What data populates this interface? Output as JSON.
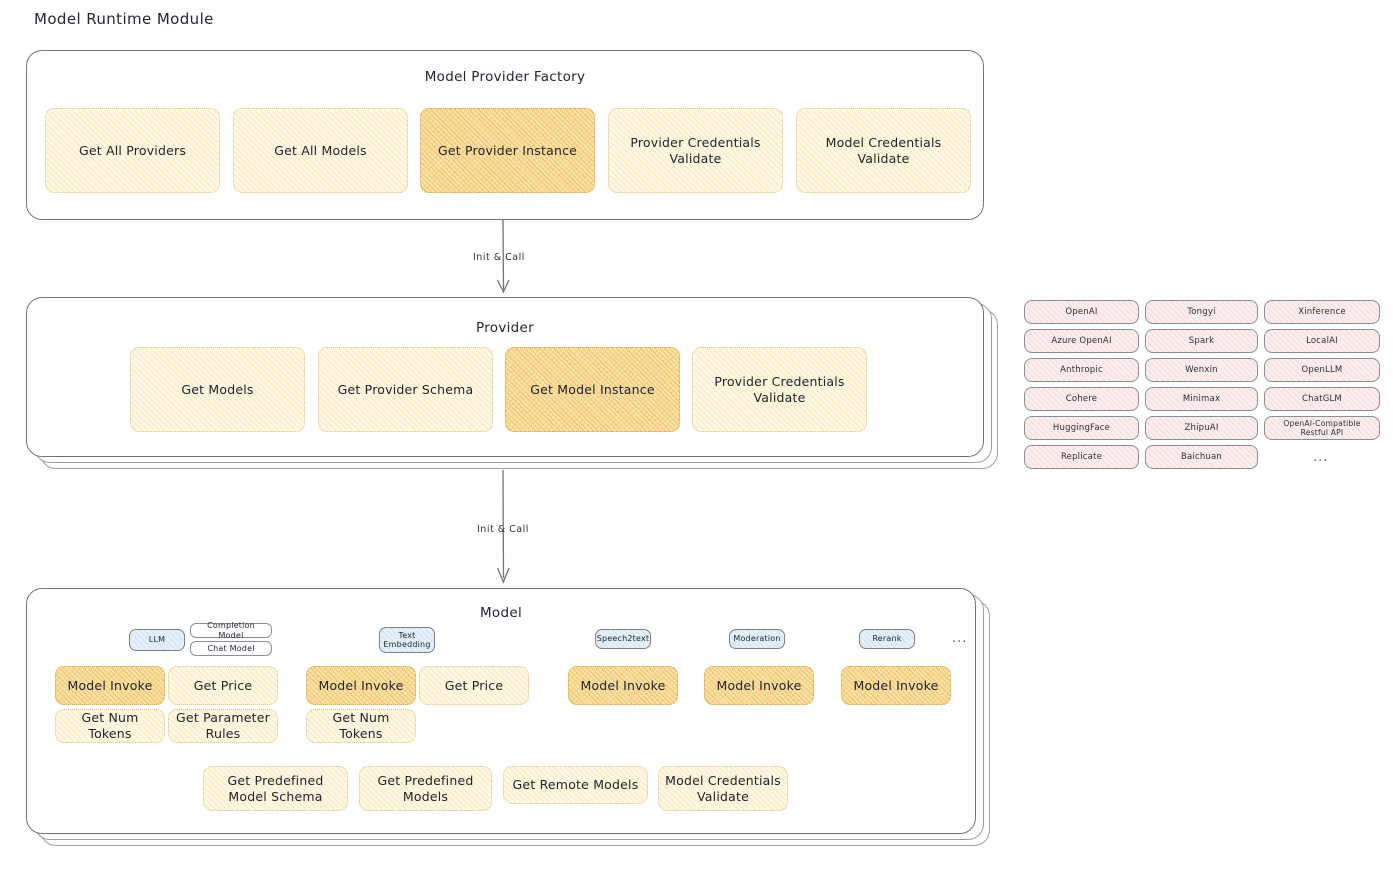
{
  "page": {
    "title": "Model Runtime Module"
  },
  "factory": {
    "title": "Model Provider Factory",
    "nodes": [
      {
        "label": "Get All Providers",
        "highlight": false
      },
      {
        "label": "Get All Models",
        "highlight": false
      },
      {
        "label": "Get Provider Instance",
        "highlight": true
      },
      {
        "label": "Provider Credentials Validate",
        "highlight": false
      },
      {
        "label": "Model Credentials Validate",
        "highlight": false
      }
    ]
  },
  "arrows": [
    {
      "label": "Init & Call"
    },
    {
      "label": "Init & Call"
    }
  ],
  "provider": {
    "title": "Provider",
    "nodes": [
      {
        "label": "Get Models",
        "highlight": false
      },
      {
        "label": "Get Provider Schema",
        "highlight": false
      },
      {
        "label": "Get Model Instance",
        "highlight": true
      },
      {
        "label": "Provider Credentials Validate",
        "highlight": false
      }
    ]
  },
  "provider_list": {
    "columns": [
      [
        "OpenAI",
        "Azure OpenAI",
        "Anthropic",
        "Cohere",
        "HuggingFace",
        "Replicate"
      ],
      [
        "Tongyi",
        "Spark",
        "Wenxin",
        "Minimax",
        "ZhipuAI",
        "Baichuan"
      ],
      [
        "Xinference",
        "LocalAI",
        "OpenLLM",
        "ChatGLM",
        "OpenAI-Compatible Restful API"
      ]
    ],
    "more": "..."
  },
  "model": {
    "title": "Model",
    "more": "...",
    "types": [
      {
        "badge": "LLM",
        "sub_badges": [
          "Completion Model",
          "Chat Model"
        ],
        "nodes": [
          {
            "label": "Model Invoke",
            "highlight": true
          },
          {
            "label": "Get Price",
            "highlight": false
          },
          {
            "label": "Get Num Tokens",
            "highlight": false
          },
          {
            "label": "Get Parameter Rules",
            "highlight": false
          }
        ]
      },
      {
        "badge": "Text Embedding",
        "sub_badges": [],
        "nodes": [
          {
            "label": "Model Invoke",
            "highlight": true
          },
          {
            "label": "Get Price",
            "highlight": false
          },
          {
            "label": "Get Num Tokens",
            "highlight": false
          }
        ]
      },
      {
        "badge": "Speech2text",
        "sub_badges": [],
        "nodes": [
          {
            "label": "Model Invoke",
            "highlight": true
          }
        ]
      },
      {
        "badge": "Moderation",
        "sub_badges": [],
        "nodes": [
          {
            "label": "Model Invoke",
            "highlight": true
          }
        ]
      },
      {
        "badge": "Rerank",
        "sub_badges": [],
        "nodes": [
          {
            "label": "Model Invoke",
            "highlight": true
          }
        ]
      }
    ],
    "common_nodes": [
      {
        "label": "Get Predefined Model Schema"
      },
      {
        "label": "Get Predefined Models"
      },
      {
        "label": "Get Remote Models"
      },
      {
        "label": "Model Credentials Validate"
      }
    ]
  },
  "colors": {
    "node_fill": "#fdf7e3",
    "node_highlight_fill": "#fbe4ae",
    "provider_chip_fill": "#fdeeee",
    "type_badge_fill": "#e6f0fa",
    "panel_border": "#6f757d",
    "text": "#20242c"
  }
}
